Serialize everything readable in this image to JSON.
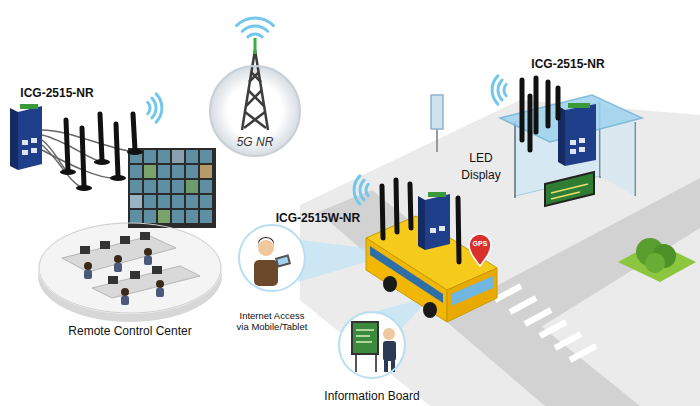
{
  "diagram": {
    "nodes": [
      {
        "text": [
          "5G NR"
        ]
      },
      {
        "text": [
          "Remote Control Center"
        ]
      },
      {
        "text": [
          "Internet Access via Mobile/Tablet"
        ]
      },
      {
        "text": [
          "Information Board"
        ]
      }
    ],
    "labels": [
      "ICG-2515-NR",
      "ICG-2515-NR",
      "LED Display",
      "ICG-2515W-NR",
      "GPS"
    ]
  }
}
